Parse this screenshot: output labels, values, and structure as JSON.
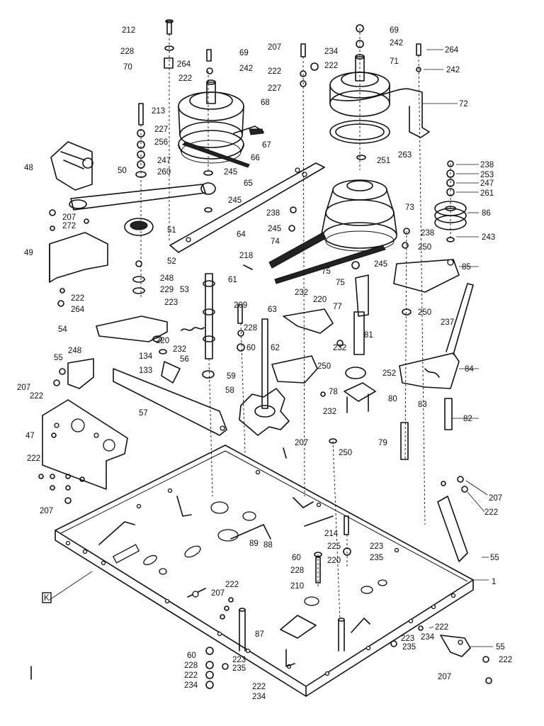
{
  "corner_mark": "K",
  "labels": {
    "l212": "212",
    "l228a": "228",
    "l70": "70",
    "l264a": "264",
    "l222a": "222",
    "l69a": "69",
    "l242a": "242",
    "l207a": "207",
    "l222b": "222",
    "l227a": "227",
    "l234a": "234",
    "l222c": "222",
    "l69b": "69",
    "l242b": "242",
    "l71": "71",
    "l264b": "264",
    "l242c": "242",
    "l72": "72",
    "l68": "68",
    "l213": "213",
    "l227b": "227",
    "l256": "256",
    "l67": "67",
    "l66": "66",
    "l247a": "247",
    "l50": "50",
    "l260": "260",
    "l48": "48",
    "l245a": "245",
    "l65": "65",
    "l251": "251",
    "l263": "263",
    "l238a": "238",
    "l253": "253",
    "l247b": "247",
    "l261": "261",
    "l245b": "245",
    "l73": "73",
    "l86": "86",
    "l207b": "207",
    "l272": "272",
    "l238b": "238",
    "l245c": "245",
    "l64": "64",
    "l238c": "238",
    "l243": "243",
    "l51": "51",
    "l74": "74",
    "l250a": "250",
    "l49": "49",
    "l52": "52",
    "l218": "218",
    "l245d": "245",
    "l85": "85",
    "l75a": "75",
    "l248a": "248",
    "l61": "61",
    "l75b": "75",
    "l229": "229",
    "l53": "53",
    "l232a": "232",
    "l220a": "220",
    "l222d": "222",
    "l223a": "223",
    "l264c": "264",
    "l209": "209",
    "l63": "63",
    "l77": "77",
    "l250b": "250",
    "l237": "237",
    "l54": "54",
    "l228b": "228",
    "l220b": "220",
    "l60a": "60",
    "l232b": "232",
    "l81": "81",
    "l232c": "232",
    "l248b": "248",
    "l134": "134",
    "l55a": "55",
    "l56": "56",
    "l62": "62",
    "l250c": "250",
    "l84": "84",
    "l133": "133",
    "l59": "59",
    "l252": "252",
    "l207c": "207",
    "l222e": "222",
    "l58": "58",
    "l78": "78",
    "l80": "80",
    "l83": "83",
    "l232d": "232",
    "l82": "82",
    "l57": "57",
    "l47": "47",
    "l207d": "207",
    "l250d": "250",
    "l79": "79",
    "l222f": "222",
    "l207e": "207",
    "l207f": "207",
    "l222g": "222",
    "l214": "214",
    "l89": "89",
    "l88": "88",
    "l225": "225",
    "l223b": "223",
    "l60b": "60",
    "l220c": "220",
    "l235a": "235",
    "l55b": "55",
    "l228c": "228",
    "l1": "1",
    "l210": "210",
    "l207g": "207",
    "l222h": "222",
    "l87": "87",
    "l222i": "222",
    "l223c": "223",
    "l234b": "234",
    "l55c": "55",
    "l235b": "235",
    "l60c": "60",
    "l223d": "223",
    "l228d": "228",
    "l235c": "235",
    "l222j": "222",
    "l222k": "222",
    "l207h": "207",
    "l234c": "234",
    "l222l": "222",
    "l234d": "234"
  }
}
